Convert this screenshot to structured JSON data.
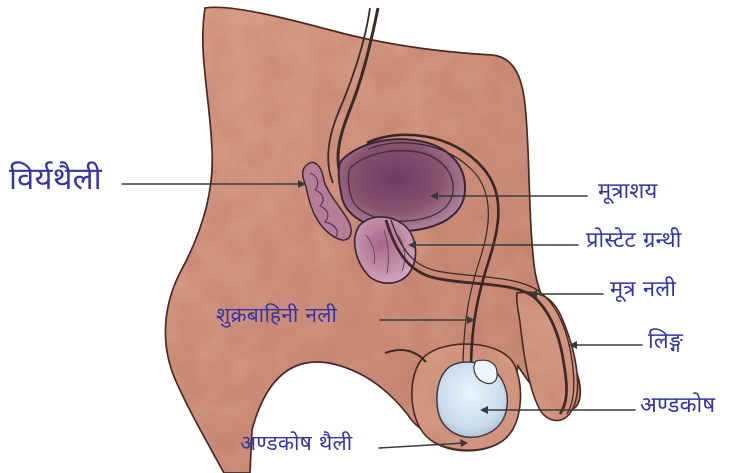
{
  "labels": {
    "seminal_vesicle": "विर्यथैली",
    "bladder": "मूत्राशय",
    "prostate_gland": "प्रोस्टेट ग्रन्थी",
    "urethra": "मूत्र नली",
    "vas_deferens": "शुक्रबाहिनी नली",
    "penis": "लिङ्ग",
    "testis": "अण्डकोष",
    "scrotum": "अण्डकोष थैली"
  },
  "colors": {
    "skin": "#d69a84",
    "skin_dark": "#c57f6d",
    "bladder": "#8b5578",
    "bladder_dark": "#5d3153",
    "prostate": "#b57f9c",
    "label_text": "#3535a5",
    "outline": "#2c2220"
  }
}
